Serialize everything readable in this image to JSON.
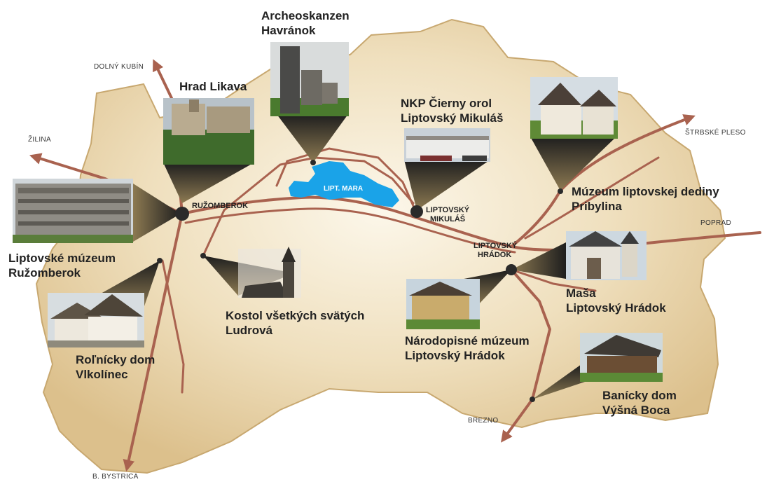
{
  "directions": {
    "dolny_kubin": "DOLNÝ KUBÍN",
    "zilina": "ŽILINA",
    "strbske_pleso": "ŠTRBSKÉ PLESO",
    "poprad": "POPRAD",
    "brezno": "BREZNO",
    "b_bystrica": "B. BYSTRICA"
  },
  "towns": {
    "ruzomberok": "RUŽOMBEROK",
    "liptovsky_mikulas": [
      "LIPTOVSKÝ",
      "MIKULÁŠ"
    ],
    "liptovsky_hradok": [
      "LIPTOVSKÝ",
      "HRÁDOK"
    ]
  },
  "lake": "LIPT. MARA",
  "attractions": {
    "archeoskanzen": [
      "Archeoskanzen",
      "Havránok"
    ],
    "hrad_likava": [
      "Hrad Likava"
    ],
    "nkp_cierny_orol": [
      "NKP Čierny orol",
      "Liptovský Mikuláš"
    ],
    "muzeum_dediny": [
      "Múzeum liptovskej dediny",
      "Pribylina"
    ],
    "liptovske_muzeum": [
      "Liptovské múzeum",
      "Ružomberok"
    ],
    "kostol": [
      "Kostol všetkých svätých",
      "Ludrová"
    ],
    "masa": [
      "Maša",
      "Liptovský Hrádok"
    ],
    "narodopisne": [
      "Národopisné múzeum",
      "Liptovský Hrádok"
    ],
    "rolnicky_dom": [
      "Roľnícky dom",
      "Vlkolínec"
    ],
    "banicky_dom": [
      "Banícky dom",
      "Výšná Boca"
    ]
  },
  "colors": {
    "region": "#e8d3a7",
    "region_center": "#faf3e3",
    "road": "#a9624f",
    "lake": "#1aa3e8",
    "dot": "#2a2a2a"
  }
}
